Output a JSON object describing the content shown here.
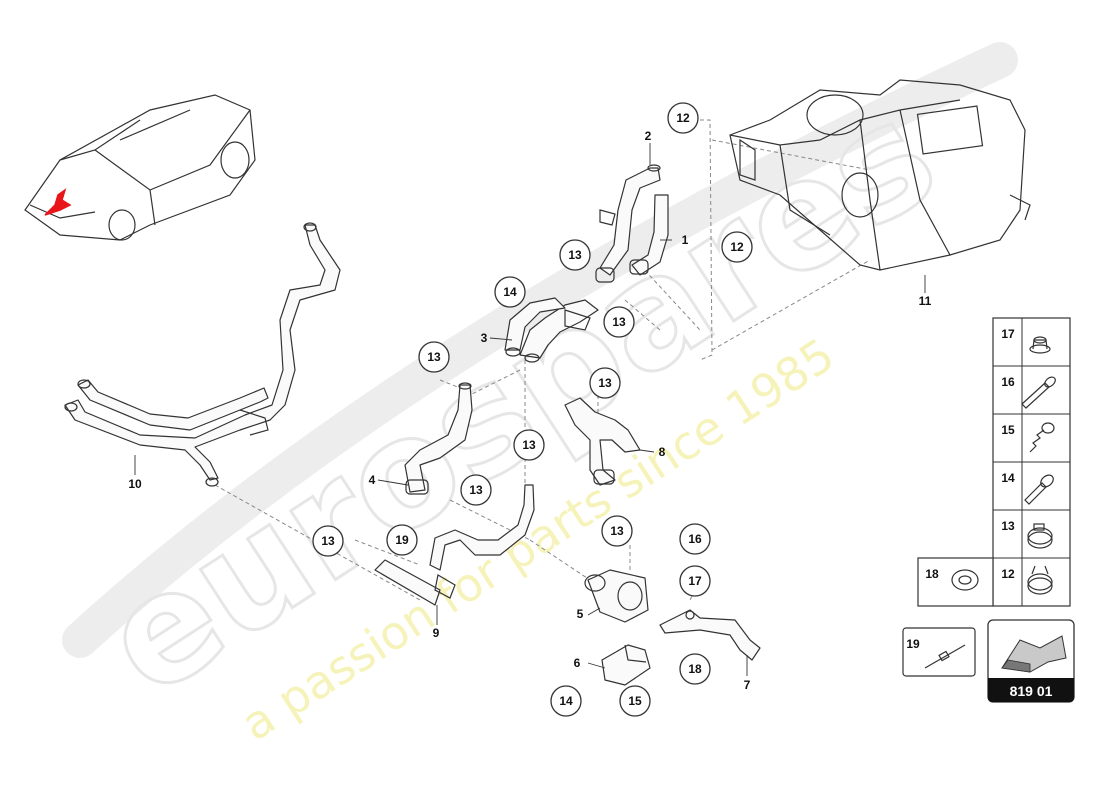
{
  "watermark": {
    "brand": "eurospares",
    "tagline": "a passion for parts since 1985"
  },
  "circled_callouts": [
    {
      "label": "12"
    },
    {
      "label": "12"
    },
    {
      "label": "13"
    },
    {
      "label": "14"
    },
    {
      "label": "13"
    },
    {
      "label": "13"
    },
    {
      "label": "13"
    },
    {
      "label": "13"
    },
    {
      "label": "13"
    },
    {
      "label": "13"
    },
    {
      "label": "19"
    },
    {
      "label": "13"
    },
    {
      "label": "16"
    },
    {
      "label": "17"
    },
    {
      "label": "18"
    },
    {
      "label": "14"
    },
    {
      "label": "15"
    }
  ],
  "part_numbers": [
    {
      "label": "1"
    },
    {
      "label": "2"
    },
    {
      "label": "3"
    },
    {
      "label": "4"
    },
    {
      "label": "5"
    },
    {
      "label": "6"
    },
    {
      "label": "7"
    },
    {
      "label": "8"
    },
    {
      "label": "9"
    },
    {
      "label": "10"
    },
    {
      "label": "11"
    }
  ],
  "legend": {
    "items": [
      {
        "label": "17",
        "icon": "flange-nut-icon"
      },
      {
        "label": "16",
        "icon": "long-bolt-icon"
      },
      {
        "label": "15",
        "icon": "spring-screw-icon"
      },
      {
        "label": "14",
        "icon": "bolt-icon"
      },
      {
        "label": "13",
        "icon": "hose-clamp-icon"
      },
      {
        "label": "12",
        "icon": "spring-clamp-icon"
      }
    ],
    "grommet": {
      "label": "18",
      "icon": "grommet-icon"
    },
    "cable_tie": {
      "label": "19",
      "icon": "cable-tie-icon"
    }
  },
  "diagram_badge": {
    "label": "819 01",
    "icon": "arrow-icon"
  },
  "colors": {
    "highlight": "#e8151b",
    "badge_bg": "#111111",
    "watermark_tagline": "#f3f0a4"
  }
}
